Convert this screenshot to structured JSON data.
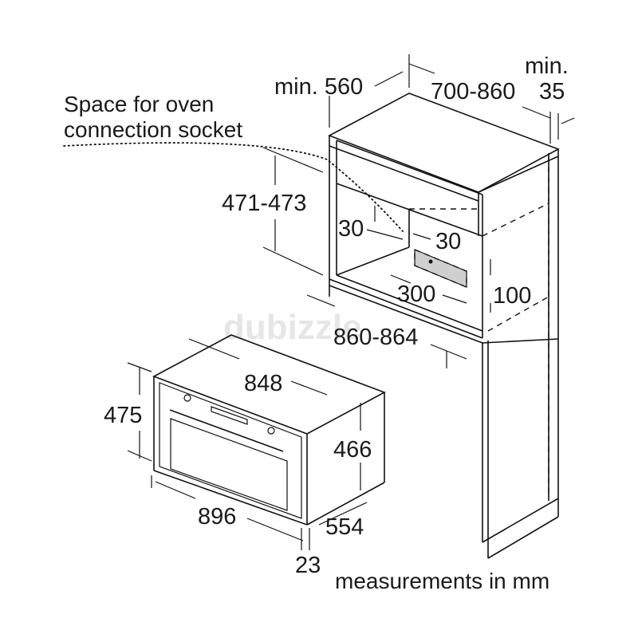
{
  "watermark": "dubizzle",
  "note": "measurements in mm",
  "socket_label": {
    "line1": "Space for oven",
    "line2": "connection socket"
  },
  "dims": {
    "min_560": "min. 560",
    "range_700_860": "700-860",
    "min_35_a": "min.",
    "min_35_b": "35",
    "h_471_473": "471-473",
    "gap_30_left": "30",
    "gap_30_right": "30",
    "socket_300": "300",
    "socket_100": "100",
    "niche_860_864": "860-864",
    "oven_848": "848",
    "oven_475": "475",
    "oven_466": "466",
    "oven_896": "896",
    "oven_554": "554",
    "oven_23": "23"
  }
}
